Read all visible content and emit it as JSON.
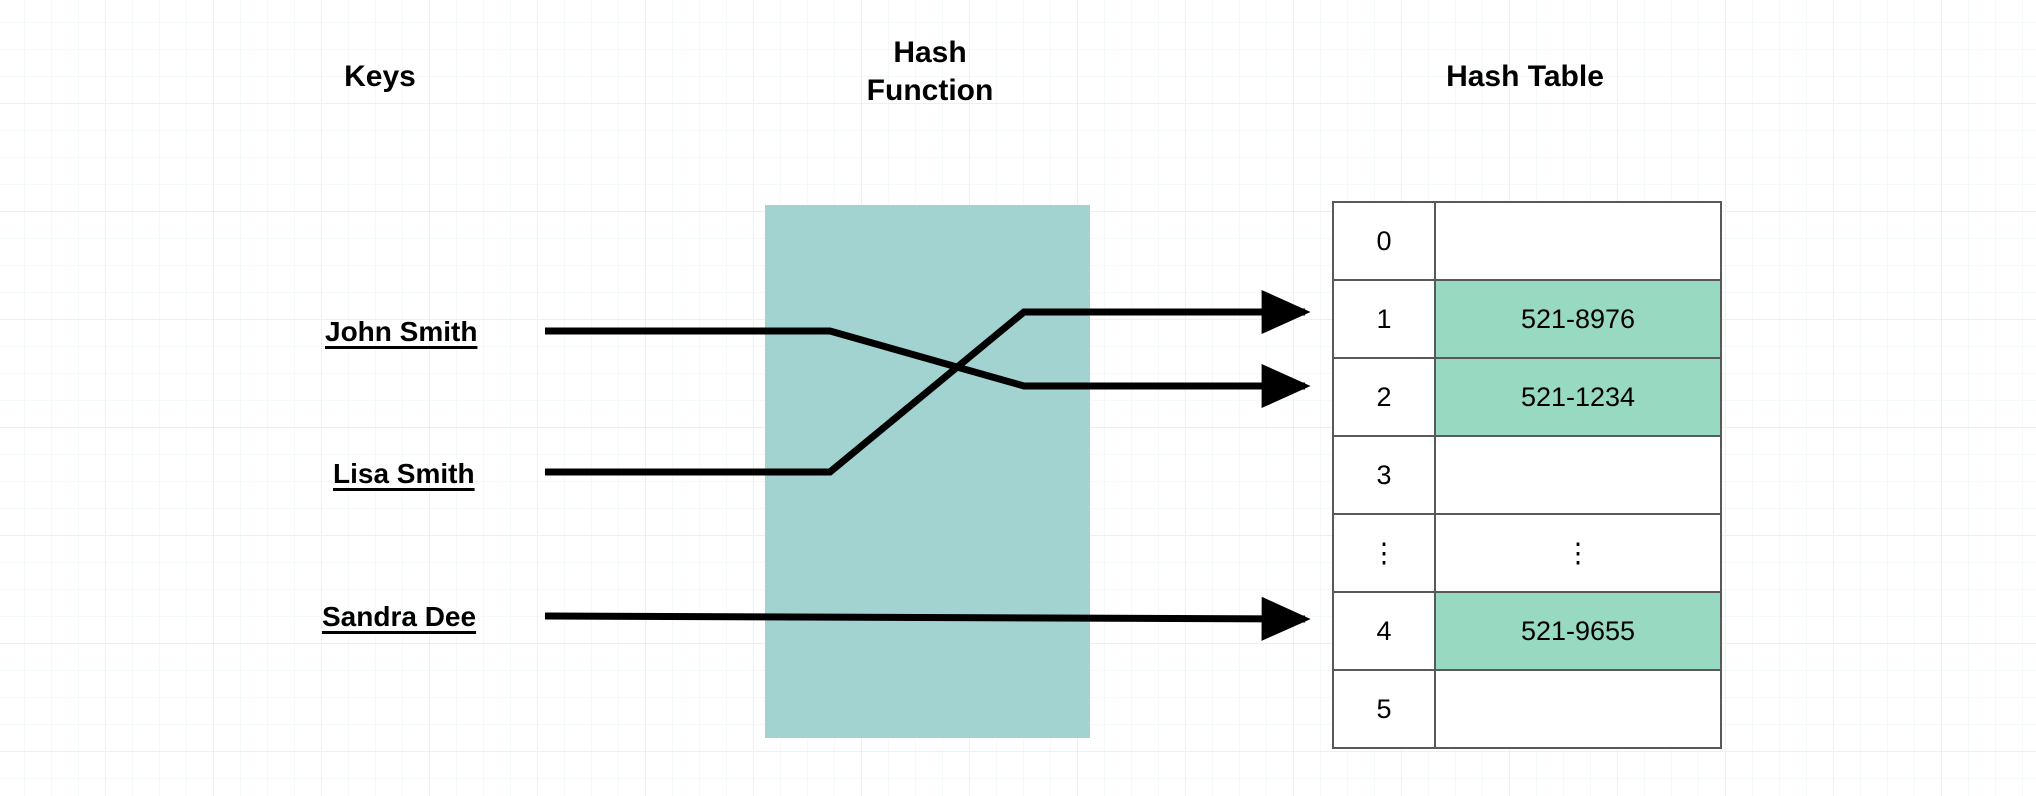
{
  "diagram": {
    "title_keys": "Keys",
    "title_function": "Hash\nFunction",
    "title_table": "Hash Table",
    "colors": {
      "function_box": "#a2d3d1",
      "filled_cell": "#98d9c2",
      "table_border": "#595959",
      "wire": "#000000",
      "grid_minor": "#f4fafb",
      "grid_major": "#e6f2f5"
    },
    "keys": [
      {
        "label": "John Smith",
        "maps_to_index": "2"
      },
      {
        "label": "Lisa Smith",
        "maps_to_index": "1"
      },
      {
        "label": "Sandra Dee",
        "maps_to_index": "4"
      }
    ],
    "table": {
      "rows": [
        {
          "index": "0",
          "value": "",
          "filled": false
        },
        {
          "index": "1",
          "value": "521-8976",
          "filled": true
        },
        {
          "index": "2",
          "value": "521-1234",
          "filled": true
        },
        {
          "index": "3",
          "value": "",
          "filled": false
        },
        {
          "index": "⋮",
          "value": "⋮",
          "filled": false
        },
        {
          "index": "4",
          "value": "521-9655",
          "filled": true
        },
        {
          "index": "5",
          "value": "",
          "filled": false
        }
      ]
    }
  }
}
